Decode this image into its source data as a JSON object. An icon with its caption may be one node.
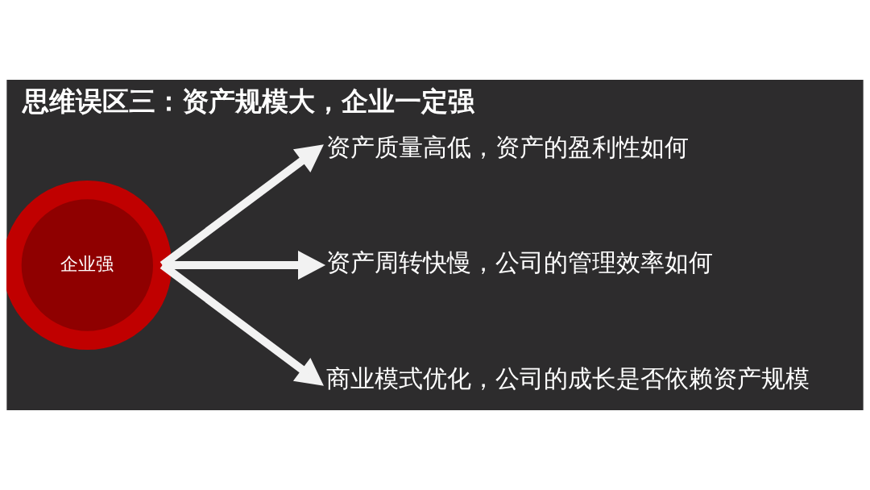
{
  "diagram": {
    "title": "思维误区三：资产规模大，企业一定强",
    "nodes": [
      {
        "text": [
          "企业强"
        ]
      },
      {
        "text": [
          "资产质量高低，资产的盈利性如何"
        ]
      },
      {
        "text": [
          "资产周转快慢，公司的管理效率如何"
        ]
      },
      {
        "text": [
          "商业模式优化，公司的成长是否依赖资产规模"
        ]
      }
    ],
    "edges": [
      {
        "from": 0,
        "to": 1,
        "arrow": "to"
      },
      {
        "from": 0,
        "to": 2,
        "arrow": "to"
      },
      {
        "from": 0,
        "to": 3,
        "arrow": "to"
      }
    ]
  }
}
